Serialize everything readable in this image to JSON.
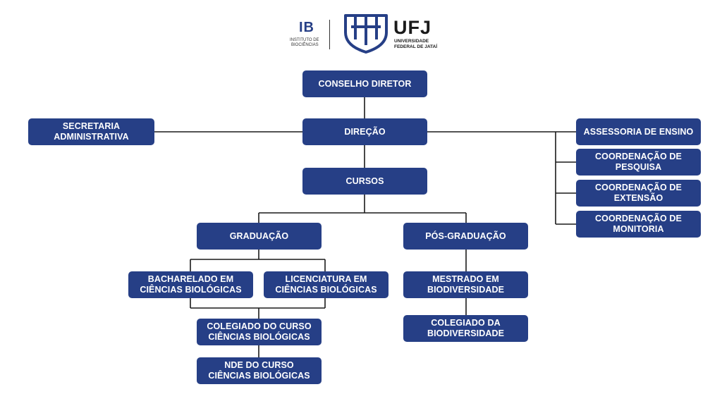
{
  "header": {
    "ib_abbr": "IB",
    "ib_line1": "INSTITUTO DE",
    "ib_line2": "BIOCIÊNCIAS",
    "ufj_abbr": "UFJ",
    "ufj_line1": "UNIVERSIDADE",
    "ufj_line2": "FEDERAL DE JATAÍ",
    "brand_color": "#263f86"
  },
  "chart": {
    "nodes": {
      "conselho": [
        "CONSELHO DIRETOR"
      ],
      "secretaria": [
        "SECRETARIA",
        "ADMINISTRATIVA"
      ],
      "direcao": [
        "DIREÇÃO"
      ],
      "assessoria": [
        "ASSESSORIA DE ENSINO"
      ],
      "coord_pesquisa": [
        "COORDENAÇÃO DE",
        "PESQUISA"
      ],
      "coord_extensao": [
        "COORDENAÇÃO DE",
        "EXTENSÃO"
      ],
      "coord_monitoria": [
        "COORDENAÇÃO DE",
        "MONITORIA"
      ],
      "cursos": [
        "CURSOS"
      ],
      "graduacao": [
        "GRADUAÇÃO"
      ],
      "pos_graduacao": [
        "PÓS-GRADUAÇÃO"
      ],
      "bacharelado": [
        "BACHARELADO EM",
        "CIÊNCIAS BIOLÓGICAS"
      ],
      "licenciatura": [
        "LICENCIATURA EM",
        "CIÊNCIAS BIOLÓGICAS"
      ],
      "mestrado": [
        "MESTRADO EM",
        "BIODIVERSIDADE"
      ],
      "colegiado_curso": [
        "COLEGIADO DO CURSO",
        "CIÊNCIAS BIOLÓGICAS"
      ],
      "colegiado_bio": [
        "COLEGIADO DA",
        "BIODIVERSIDADE"
      ],
      "nde": [
        "NDE DO CURSO",
        "CIÊNCIAS BIOLÓGICAS"
      ]
    },
    "edges": [
      [
        "conselho",
        "direcao"
      ],
      [
        "direcao",
        "secretaria"
      ],
      [
        "direcao",
        "assessoria"
      ],
      [
        "direcao",
        "coord_pesquisa"
      ],
      [
        "direcao",
        "coord_extensao"
      ],
      [
        "direcao",
        "coord_monitoria"
      ],
      [
        "direcao",
        "cursos"
      ],
      [
        "cursos",
        "graduacao"
      ],
      [
        "cursos",
        "pos_graduacao"
      ],
      [
        "graduacao",
        "bacharelado"
      ],
      [
        "graduacao",
        "licenciatura"
      ],
      [
        "bacharelado",
        "colegiado_curso"
      ],
      [
        "licenciatura",
        "colegiado_curso"
      ],
      [
        "colegiado_curso",
        "nde"
      ],
      [
        "pos_graduacao",
        "mestrado"
      ],
      [
        "mestrado",
        "colegiado_bio"
      ]
    ]
  }
}
